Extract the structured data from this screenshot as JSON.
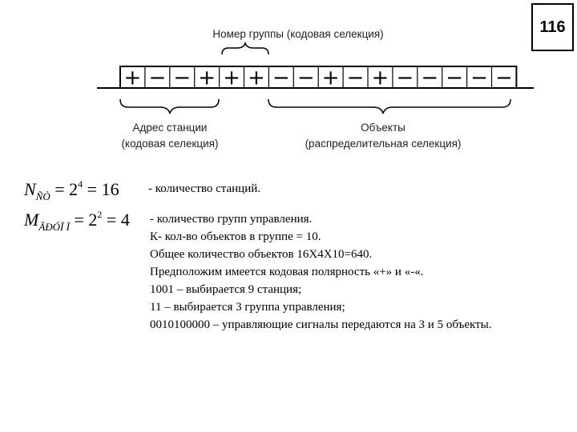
{
  "page_number": "116",
  "diagram": {
    "top_label": "Номер группы (кодовая селекция)",
    "code_cells": [
      "+",
      "−",
      "−",
      "+",
      "+",
      "+",
      "−",
      "−",
      "+",
      "−",
      "+",
      "−",
      "−",
      "−",
      "−",
      "−"
    ],
    "address_label_line1": "Адрес станции",
    "address_label_line2": "(кодовая селекция)",
    "objects_label_line1": "Объекты",
    "objects_label_line2": "(распределительная селекция)"
  },
  "formulas": {
    "f1": {
      "symbol": "N",
      "subscript": "ÑÒ",
      "base": "2",
      "exponent": "4",
      "result": "16"
    },
    "f2": {
      "symbol": "M",
      "subscript": "ÃÐÓÏ Ï",
      "base": "2",
      "exponent": "2",
      "result": "4"
    }
  },
  "text_lines": [
    "- количество станций.",
    "- количество групп управления.",
    "К- кол-во объектов в группе = 10.",
    "Общее количество объектов 16Х4Х10=640.",
    "Предположим имеется кодовая полярность «+» и «-«.",
    "1001 – выбирается 9 станция;",
    "11 – выбирается 3 группа управления;",
    "0010100000 – управляющие сигналы передаются на 3 и 5 объекты."
  ]
}
